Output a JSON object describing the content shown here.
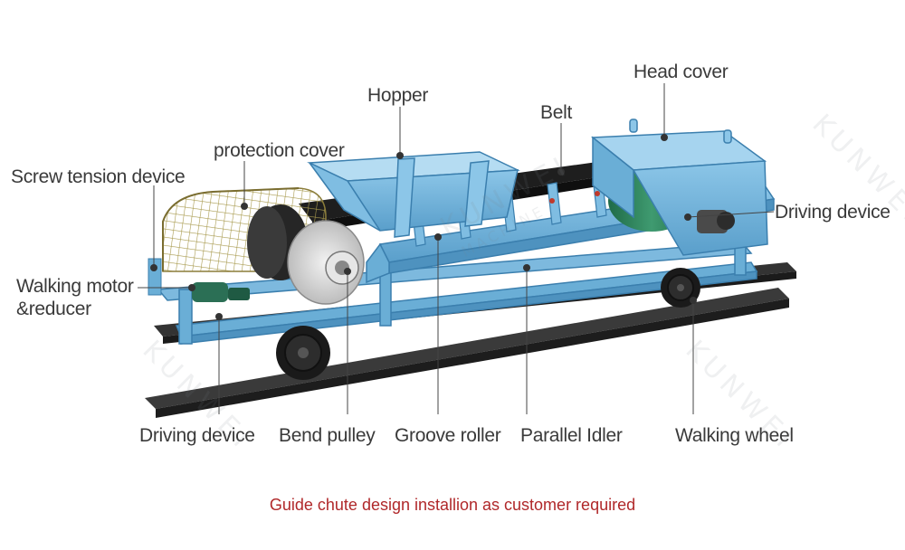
{
  "labels": {
    "hopper": "Hopper",
    "head_cover": "Head cover",
    "belt": "Belt",
    "protection_cover": "protection cover",
    "screw_tension_device": "Screw tension device",
    "driving_device_right": "Driving device",
    "walking_motor_line1": "Walking motor",
    "walking_motor_line2": "&reducer",
    "driving_device_bottom": "Driving device",
    "bend_pulley": "Bend pulley",
    "groove_roller": "Groove roller",
    "parallel_idler": "Parallel Idler",
    "walking_wheel": "Walking wheel"
  },
  "caption": "Guide chute design installion  as customer required",
  "watermark": {
    "brand": "KUNWEI",
    "sub": "MACHINE"
  },
  "colors": {
    "frame_blue": "#6aaed6",
    "frame_dark": "#3b7fae",
    "rail": "#2b2b2b",
    "belt": "#1e1e1e",
    "drum_green": "#2e7d5b",
    "mesh": "#b8a860",
    "caption_red": "#b0282a",
    "leader": "#444444"
  }
}
